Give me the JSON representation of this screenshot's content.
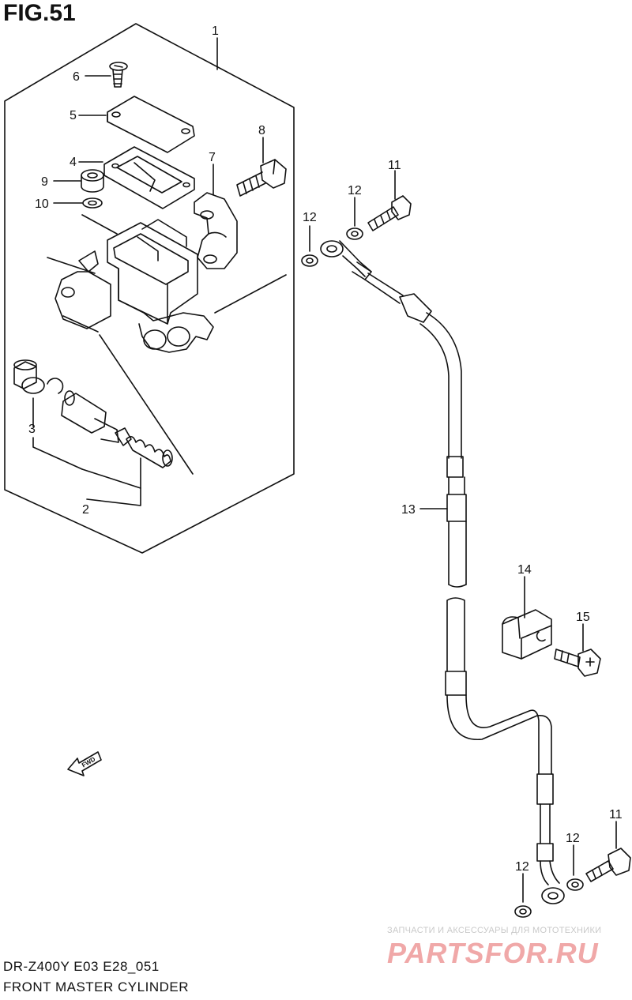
{
  "figure": {
    "title": "FIG.51",
    "model_code": "DR-Z400Y E03 E28_051",
    "name": "FRONT MASTER CYLINDER"
  },
  "callouts": [
    "1",
    "2",
    "3",
    "4",
    "5",
    "6",
    "7",
    "8",
    "9",
    "10",
    "11",
    "12",
    "12",
    "12",
    "13",
    "14",
    "15",
    "12",
    "12",
    "11"
  ],
  "fwd_label": "FWD",
  "watermark": {
    "top_text": "ЗАПЧАСТИ И АКСЕССУАРЫ ДЛЯ МОТОТЕХНИКИ",
    "logo_text": "PARTSFOR.RU"
  }
}
